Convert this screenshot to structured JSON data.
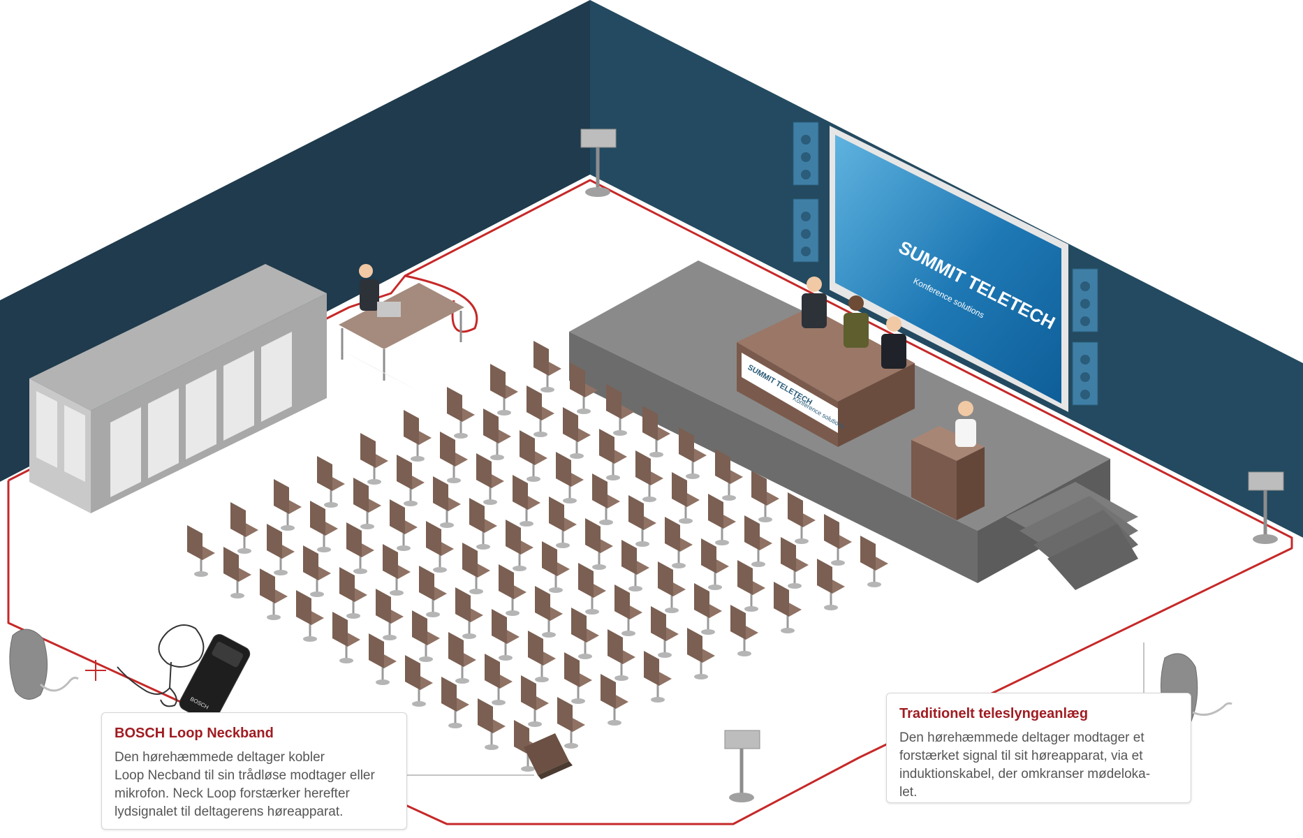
{
  "screen": {
    "brand_logo": "SUMMIT TELETECH",
    "brand_sub": "Konference solutions",
    "table_front_logo": "SUMMIT TELETECH",
    "table_front_sub": "Konference solutions"
  },
  "device": {
    "label": "BOSCH"
  },
  "callouts": {
    "neckband": {
      "title": "BOSCH Loop Neckband",
      "lines": [
        "Den hørehæmmede deltager kobler",
        "Loop Necband til sin trådløse modtager eller",
        "mikrofon. Neck Loop forstærker herefter",
        "lydsignalet til deltagerens høreapparat."
      ]
    },
    "teleslynge": {
      "title": "Traditionelt teleslyngeanlæg",
      "lines": [
        "Den hørehæmmede deltager modtager et",
        "forstærket signal til sit høreapparat, via et",
        "induktionskabel, der omkranser mødeloka-",
        "let."
      ]
    }
  },
  "colors": {
    "wall_dark": "#1f3b4d",
    "wall_right": "#234a60",
    "loop_cable": "#c62828",
    "stage": "#8a8a8a",
    "chair": "#7a5f52",
    "callout_title": "#a01c22"
  }
}
